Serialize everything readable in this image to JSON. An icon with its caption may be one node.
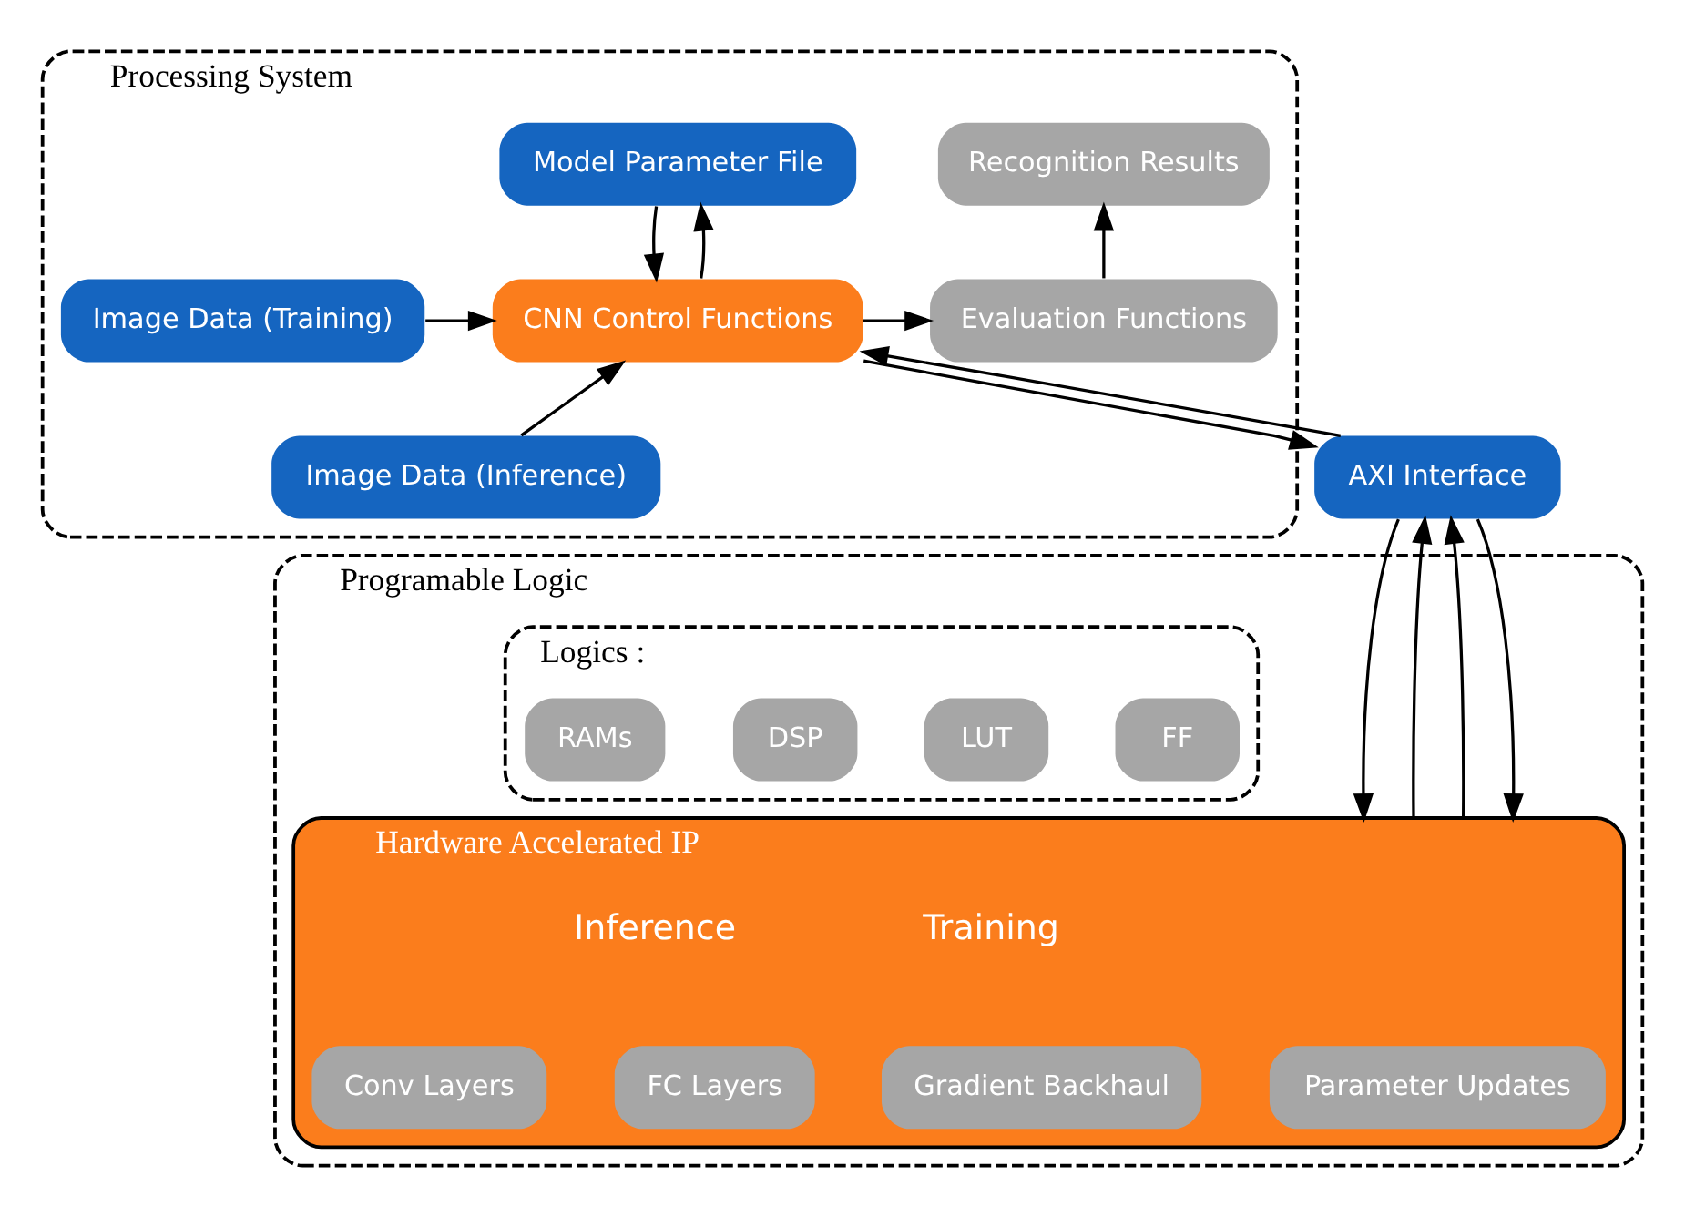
{
  "diagram": {
    "nodes": [
      {
        "text": [
          "Processing System"
        ]
      },
      {
        "text": [
          "Model Parameter File"
        ],
        "in": 0
      },
      {
        "text": [
          "Recognition Results"
        ],
        "in": 0
      },
      {
        "text": [
          "Image Data (Training)"
        ],
        "in": 0
      },
      {
        "text": [
          "CNN Control Functions"
        ],
        "in": 0
      },
      {
        "text": [
          "Evaluation Functions"
        ],
        "in": 0
      },
      {
        "text": [
          "Image Data (Inference)"
        ],
        "in": 0
      },
      {
        "text": [
          "AXI Interface"
        ]
      },
      {
        "text": [
          "Programable Logic"
        ]
      },
      {
        "text": [
          "Logics :"
        ],
        "in": 8
      },
      {
        "text": [
          "DSP"
        ],
        "in": 9
      },
      {
        "text": [
          "LUT"
        ],
        "in": 9
      },
      {
        "text": [
          "FF"
        ],
        "in": 9
      },
      {
        "text": [
          "RAMs"
        ],
        "in": 9
      },
      {
        "text": [
          "Hardware Accelerated IP"
        ],
        "in": 8
      },
      {
        "text": [
          "Gradient Backhaul"
        ],
        "in": 14
      },
      {
        "text": [
          "Parameter Updates"
        ],
        "in": 14
      },
      {
        "text": [
          "Conv Layers"
        ],
        "in": 14
      },
      {
        "text": [
          "FC Layers"
        ],
        "in": 14
      }
    ],
    "edges": [
      {
        "from": 3,
        "to": 4,
        "arrow": "to"
      },
      {
        "from": 6,
        "to": 4,
        "arrow": "to"
      },
      {
        "from": 1,
        "to": 4,
        "arrow": "to"
      },
      {
        "from": 4,
        "to": 1,
        "arrow": "to"
      },
      {
        "from": 4,
        "to": 5,
        "arrow": "to"
      },
      {
        "from": 5,
        "to": 2,
        "arrow": "to"
      },
      {
        "from": 4,
        "to": 7,
        "arrow": "to"
      },
      {
        "from": 7,
        "to": 4,
        "arrow": "to"
      },
      {
        "from": 7,
        "to": 14,
        "arrow": "to"
      },
      {
        "from": 14,
        "to": 7,
        "arrow": "to"
      },
      {
        "from": 14,
        "to": 7,
        "arrow": "to"
      },
      {
        "from": 7,
        "to": 14,
        "arrow": "to"
      }
    ],
    "labels": [
      "Training",
      "Inference"
    ]
  }
}
